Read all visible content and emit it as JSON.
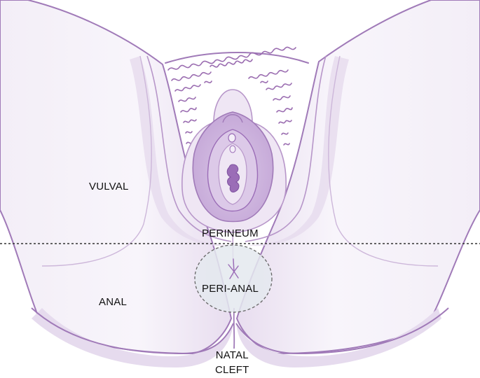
{
  "labels": {
    "vulval": "VULVAL",
    "anal": "ANAL",
    "perineum": "PERINEUM",
    "peri_anal": "PERI-ANAL",
    "natal_cleft_line1": "NATAL",
    "natal_cleft_line2": "CLEFT"
  },
  "colors": {
    "skin_light": "#f7f3fa",
    "skin_mid": "#e9dfee",
    "outline": "#a07ab8",
    "hair": "#9a6cb0",
    "inner_dark": "#9b6db7",
    "peri_anal_fill": "#e4e9ef",
    "divider": "#333333"
  }
}
